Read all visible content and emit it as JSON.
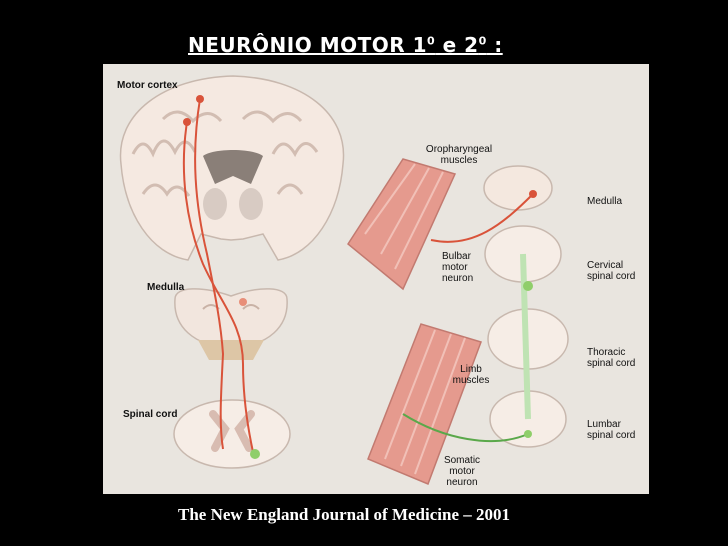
{
  "title": {
    "main": "NEURÔNIO MOTOR 1",
    "sup1": "0",
    "middle": " e  2",
    "sup2": "0",
    "end": " :"
  },
  "labels": {
    "motor_cortex": "Motor cortex",
    "medulla_left": "Medulla",
    "spinal_cord_left": "Spinal cord",
    "oropharyngeal": [
      "Oropharyngeal",
      "muscles"
    ],
    "bulbar": [
      "Bulbar",
      "motor",
      "neuron"
    ],
    "limb": [
      "Limb",
      "muscles"
    ],
    "somatic": [
      "Somatic",
      "motor",
      "neuron"
    ],
    "medulla_right": "Medulla",
    "cervical": [
      "Cervical",
      "spinal cord"
    ],
    "thoracic": [
      "Thoracic",
      "spinal cord"
    ],
    "lumbar": [
      "Lumbar",
      "spinal cord"
    ]
  },
  "caption": "The New England Journal of Medicine – 2001",
  "colors": {
    "upper_motor_neuron": "#d9533a",
    "lower_motor_neuron": "#5aa84a",
    "muscle": "#e59a8e",
    "tissue": "#f6ede6"
  }
}
